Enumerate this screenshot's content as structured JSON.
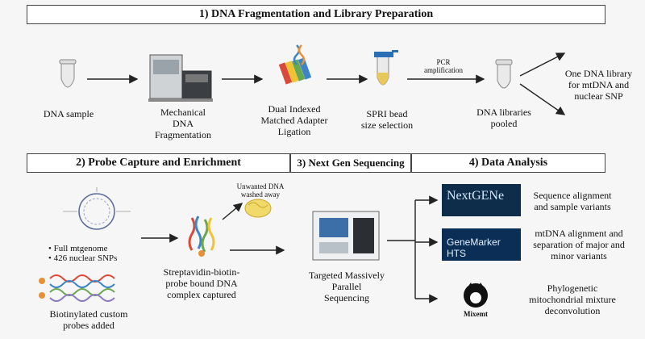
{
  "section1": {
    "title": "1) DNA Fragmentation and Library Preparation",
    "steps": [
      {
        "label": "DNA sample",
        "icon": "tube-icon"
      },
      {
        "label": "Mechanical\nDNA\nFragmentation",
        "icon": "sonicator-icon"
      },
      {
        "label": "Dual Indexed\nMatched Adapter\nLigation",
        "icon": "adapter-ligation-icon"
      },
      {
        "label": "SPRI bead\nsize selection",
        "icon": "spri-tube-icon"
      },
      {
        "label": "DNA libraries\npooled",
        "icon": "pooled-tube-icon"
      }
    ],
    "pcr_label": "PCR\namplification",
    "output_label": "One DNA library\nfor mtDNA and\nnuclear SNP"
  },
  "section2": {
    "title": "2) Probe Capture and Enrichment",
    "bullets": [
      "Full mtgenome",
      "426 nuclear SNPs"
    ],
    "probes_label": "Biotinylated custom\nprobes added",
    "capture_label": "Streptavidin-biotin-\nprobe bound DNA\ncomplex captured",
    "unwanted_label": "Unwanted DNA\nwashed away"
  },
  "section3": {
    "title": "3) Next Gen Sequencing",
    "label": "Targeted Massively\nParallel\nSequencing"
  },
  "section4": {
    "title": "4) Data Analysis",
    "tools": [
      {
        "label": "Sequence alignment\nand sample variants",
        "logo": "NextGENe"
      },
      {
        "label": "mtDNA alignment and\nseparation of major and\nminor variants",
        "logo": "GeneMarker HTS"
      },
      {
        "label": "Phylogenetic\nmitochondrial mixture\ndeconvolution",
        "logo": "Mixemt"
      }
    ]
  },
  "colors": {
    "arrow": "#222222",
    "logo_bg": "#0d2d4a",
    "tube": "#e8e8e8",
    "spri_cap": "#2a6fb5",
    "spri_liquid": "#e8c85a"
  }
}
